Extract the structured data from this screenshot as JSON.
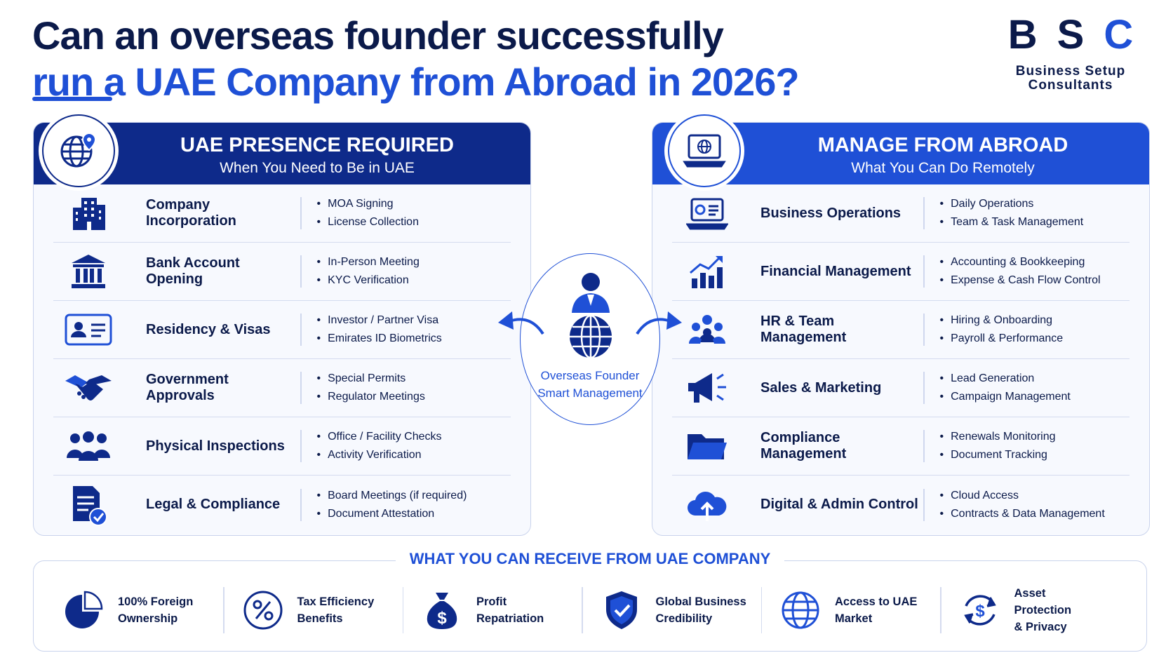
{
  "title": {
    "line1": "Can an overseas founder successfully",
    "line2": "run a UAE Company from Abroad in 2026?"
  },
  "logo": {
    "letters": [
      "B",
      "S",
      "C"
    ],
    "line1": "Business Setup",
    "line2": "Consultants"
  },
  "left_panel": {
    "heading": "UAE PRESENCE REQUIRED",
    "subheading": "When You Need to Be in UAE",
    "icon": "globe-pin-icon",
    "rows": [
      {
        "label": "Company Incorporation",
        "icon": "office-building-icon",
        "bullets": [
          "MOA Signing",
          "License Collection"
        ]
      },
      {
        "label": "Bank Account Opening",
        "icon": "bank-icon",
        "bullets": [
          "In-Person Meeting",
          "KYC Verification"
        ]
      },
      {
        "label": "Residency & Visas",
        "icon": "id-card-icon",
        "bullets": [
          "Investor / Partner Visa",
          "Emirates ID Biometrics"
        ]
      },
      {
        "label": "Government Approvals",
        "icon": "handshake-icon",
        "bullets": [
          "Special Permits",
          "Regulator Meetings"
        ]
      },
      {
        "label": "Physical Inspections",
        "icon": "people-group-icon",
        "bullets": [
          "Office / Facility Checks",
          "Activity Verification"
        ]
      },
      {
        "label": "Legal & Compliance",
        "icon": "document-check-icon",
        "bullets": [
          "Board Meetings (if required)",
          "Document Attestation"
        ]
      }
    ]
  },
  "right_panel": {
    "heading": "MANAGE FROM ABROAD",
    "subheading": "What You Can Do Remotely",
    "icon": "laptop-globe-icon",
    "rows": [
      {
        "label": "Business Operations",
        "icon": "laptop-dashboard-icon",
        "bullets": [
          "Daily Operations",
          "Team & Task Management"
        ]
      },
      {
        "label": "Financial Management",
        "icon": "growth-chart-icon",
        "bullets": [
          "Accounting & Bookkeeping",
          "Expense & Cash Flow Control"
        ]
      },
      {
        "label": "HR & Team Management",
        "icon": "team-icon",
        "bullets": [
          "Hiring & Onboarding",
          "Payroll & Performance"
        ]
      },
      {
        "label": "Sales & Marketing",
        "icon": "megaphone-icon",
        "bullets": [
          "Lead Generation",
          "Campaign Management"
        ]
      },
      {
        "label": "Compliance Management",
        "icon": "folder-icon",
        "bullets": [
          "Renewals Monitoring",
          "Document Tracking"
        ]
      },
      {
        "label": "Digital & Admin Control",
        "icon": "cloud-upload-icon",
        "bullets": [
          "Cloud Access",
          "Contracts & Data Management"
        ]
      }
    ]
  },
  "center": {
    "line1": "Overseas Founder",
    "line2": "Smart Management",
    "icon": "founder-globe-icon"
  },
  "bottom": {
    "title": "WHAT YOU CAN RECEIVE FROM UAE COMPANY",
    "items": [
      {
        "line1": "100% Foreign",
        "line2": "Ownership",
        "icon": "pie-chart-icon"
      },
      {
        "line1": "Tax Efficiency",
        "line2": "Benefits",
        "icon": "percent-icon"
      },
      {
        "line1": "Profit",
        "line2": "Repatriation",
        "icon": "money-bag-icon"
      },
      {
        "line1": "Global Business",
        "line2": "Credibility",
        "icon": "shield-check-icon"
      },
      {
        "line1": "Access to UAE",
        "line2": "Market",
        "icon": "globe-icon"
      },
      {
        "line1": "Asset Protection",
        "line2": "& Privacy",
        "icon": "dollar-cycle-icon"
      }
    ]
  },
  "colors": {
    "navy": "#0e2a8a",
    "dark_text": "#0b1a4a",
    "accent_blue": "#1f50d6",
    "panel_bg": "#f7f9fe"
  }
}
